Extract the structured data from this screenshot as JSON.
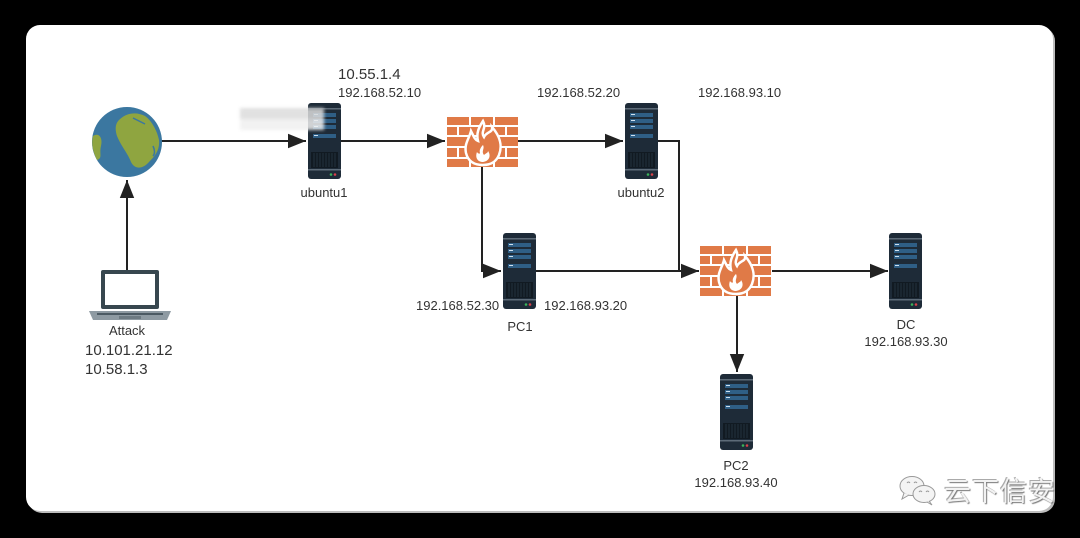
{
  "diagram": {
    "title": "Network topology",
    "nodes": {
      "internet": {
        "type": "globe-icon"
      },
      "attack": {
        "name": "Attack",
        "ips": [
          "10.101.21.12",
          "10.58.1.3"
        ],
        "type": "laptop-icon"
      },
      "ubuntu1": {
        "name": "ubuntu1",
        "ips": [
          "10.55.1.4",
          "192.168.52.10"
        ],
        "type": "server-icon"
      },
      "firewall1": {
        "type": "firewall-icon"
      },
      "ubuntu2": {
        "name": "ubuntu2",
        "ips": [
          "192.168.52.20",
          "192.168.93.10"
        ],
        "type": "server-icon"
      },
      "pc1": {
        "name": "PC1",
        "ips": [
          "192.168.52.30",
          "192.168.93.20"
        ],
        "type": "server-icon"
      },
      "firewall2": {
        "type": "firewall-icon"
      },
      "dc": {
        "name": "DC",
        "ips": [
          "192.168.93.30"
        ],
        "type": "server-icon"
      },
      "pc2": {
        "name": "PC2",
        "ips": [
          "192.168.93.40"
        ],
        "type": "server-icon"
      }
    },
    "edges": [
      {
        "from": "attack",
        "to": "internet"
      },
      {
        "from": "internet",
        "to": "ubuntu1"
      },
      {
        "from": "ubuntu1",
        "to": "firewall1"
      },
      {
        "from": "firewall1",
        "to": "ubuntu2"
      },
      {
        "from": "firewall1",
        "to": "pc1"
      },
      {
        "from": "ubuntu2",
        "to": "firewall2"
      },
      {
        "from": "pc1",
        "to": "firewall2"
      },
      {
        "from": "firewall2",
        "to": "dc"
      },
      {
        "from": "firewall2",
        "to": "pc2"
      }
    ],
    "colors": {
      "firewall": "#e07a47",
      "server": "#1e2b38",
      "server_panel": "#2f5f86",
      "globe_ocean": "#3b77a0",
      "globe_land": "#8fa540",
      "line": "#222222"
    }
  },
  "watermark": {
    "text": "云下信安",
    "icon": "wechat-icon"
  }
}
